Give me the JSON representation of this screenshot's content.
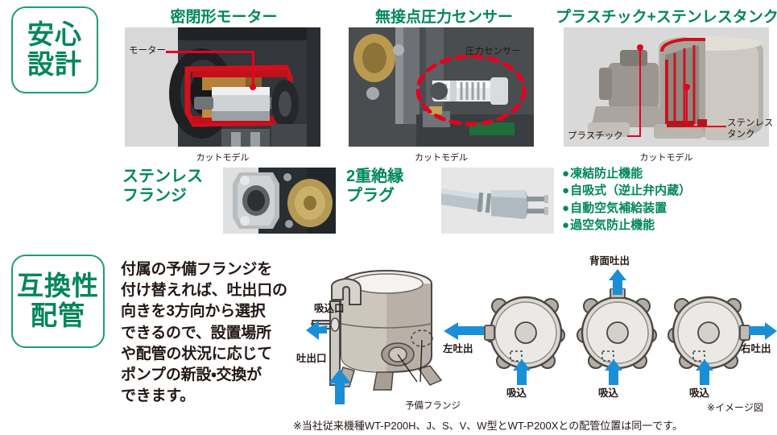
{
  "theme": {
    "green": "#00875b",
    "badge_border": "#1e9e73",
    "red": "#e60020",
    "blue_arrow": "#1b8fd6",
    "text": "#231815"
  },
  "sections": [
    {
      "badge_lines": [
        "安心",
        "設計"
      ],
      "columns": [
        {
          "header": "密閉形モーター",
          "caption": "カットモデル",
          "annotations": [
            "モーター"
          ]
        },
        {
          "header": "無接点圧力センサー",
          "caption": "カットモデル",
          "annotations": [
            "圧力センサー"
          ]
        },
        {
          "header": "プラスチック+ステンレスタンク",
          "caption": "カットモデル",
          "annotations": [
            "プラスチック",
            "ステンレス",
            "タンク"
          ]
        }
      ],
      "features": [
        {
          "label_lines": [
            "ステンレス",
            "フランジ"
          ]
        },
        {
          "label_lines": [
            "2重絶縁",
            "プラグ"
          ]
        }
      ],
      "bullets": [
        "凍結防止機能",
        "自吸式（逆止弁内蔵）",
        "自動空気補給装置",
        "過空気防止機能"
      ]
    },
    {
      "badge_lines": [
        "互換性",
        "配管"
      ],
      "paragraph_lines": [
        "付属の予備フランジを",
        "付け替えれば、吐出口の",
        "向きを3方向から選択",
        "できるので、設置場所",
        "や配管の状況に応じて",
        "ポンプの新設・交換が",
        "できます。"
      ],
      "pump_labels": {
        "inlet": "吸込口",
        "outlet": "吐出口",
        "spare_flange": "予備フランジ"
      },
      "diagrams": [
        {
          "direction_label": "左吐出",
          "suction_label": "吸込"
        },
        {
          "direction_label": "背面吐出",
          "suction_label": "吸込"
        },
        {
          "direction_label": "右吐出",
          "suction_label": "吸込"
        }
      ],
      "image_note": "※イメージ図",
      "footnote": "※当社従来機種WT-P200H、J、S、V、W型とWT-P200Xとの配管位置は同一です。"
    }
  ]
}
